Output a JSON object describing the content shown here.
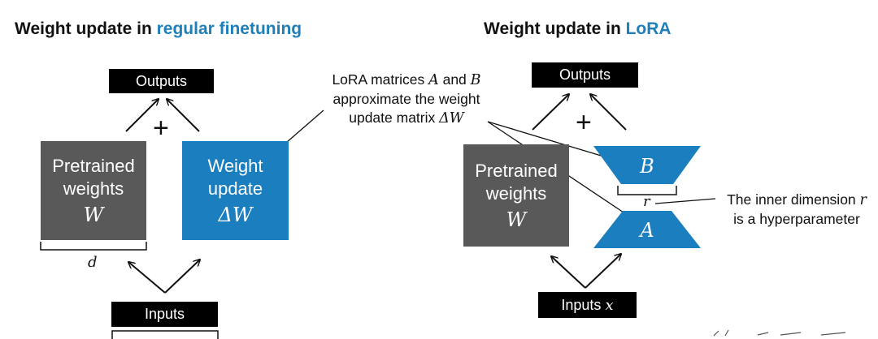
{
  "left": {
    "title_prefix": "Weight update in ",
    "title_accent": "regular finetuning",
    "outputs_label": "Outputs",
    "plus": "+",
    "pretrained_line1": "Pretrained",
    "pretrained_line2": "weights",
    "pretrained_symbol": "W",
    "update_line1": "Weight",
    "update_line2": "update",
    "update_symbol": "ΔW",
    "dim_label": "d",
    "inputs_label": "Inputs"
  },
  "middle_note": {
    "line1_text": "LoRA matrices ",
    "line1_sym_a": "A",
    "line1_and": " and ",
    "line1_sym_b": "B",
    "line2": "approximate the weight",
    "line3_text": "update matrix ",
    "line3_sym": "ΔW"
  },
  "right": {
    "title_prefix": "Weight update in ",
    "title_accent": "LoRA",
    "outputs_label": "Outputs",
    "plus": "+",
    "pretrained_line1": "Pretrained",
    "pretrained_line2": "weights",
    "pretrained_symbol": "W",
    "matrix_b": "B",
    "matrix_a": "A",
    "rank_label": "r",
    "inputs_label": "Inputs",
    "inputs_symbol": "x",
    "note_line1_text": "The inner dimension ",
    "note_line1_sym": "r",
    "note_line2": "is a hyperparameter"
  },
  "colors": {
    "accent": "#1f7fb8",
    "blue_block": "#1a7ebf",
    "gray_block": "#595959",
    "black_box": "#000000"
  }
}
